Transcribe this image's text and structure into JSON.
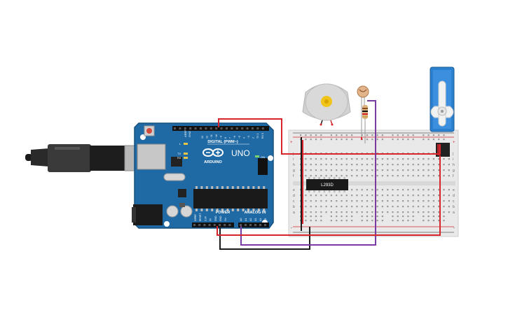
{
  "arduino": {
    "brand": "ARDUINO",
    "model": "UNO",
    "digital_header": "DIGITAL (PWM~)",
    "power_header": "POWER",
    "analog_header": "ANALOG IN",
    "on_label": "ON",
    "tx_label": "TX",
    "rx_label": "RX",
    "l_label": "L",
    "aref_label": "AREF",
    "gnd_label": "GND",
    "digital_pins": [
      "13",
      "12",
      "~11",
      "~10",
      "~9",
      "8",
      "7",
      "~6",
      "~5",
      "4",
      "~3",
      "2",
      "TX 1",
      "RX 0"
    ],
    "power_pins": [
      "IOREF",
      "RESET",
      "3.3V",
      "5V",
      "GND",
      "GND",
      "Vin"
    ],
    "analog_pins": [
      "A0",
      "A1",
      "A2",
      "A3",
      "A4",
      "A5"
    ]
  },
  "chip": {
    "label": "L293D"
  },
  "breadboard": {
    "row_letters_top": [
      "j",
      "i",
      "h",
      "g",
      "f"
    ],
    "row_letters_bottom": [
      "e",
      "d",
      "c",
      "b",
      "a"
    ],
    "plus": "+",
    "minus": "-"
  },
  "colors": {
    "board": "#1f6aa5",
    "board_dark": "#17507e",
    "wire_red": "#d6262b",
    "wire_black": "#1b1b1b",
    "wire_purple": "#7b3aa0",
    "breadboard": "#e9e9e9",
    "servo": "#2a7fcf",
    "motor": "#d2d2d2"
  }
}
